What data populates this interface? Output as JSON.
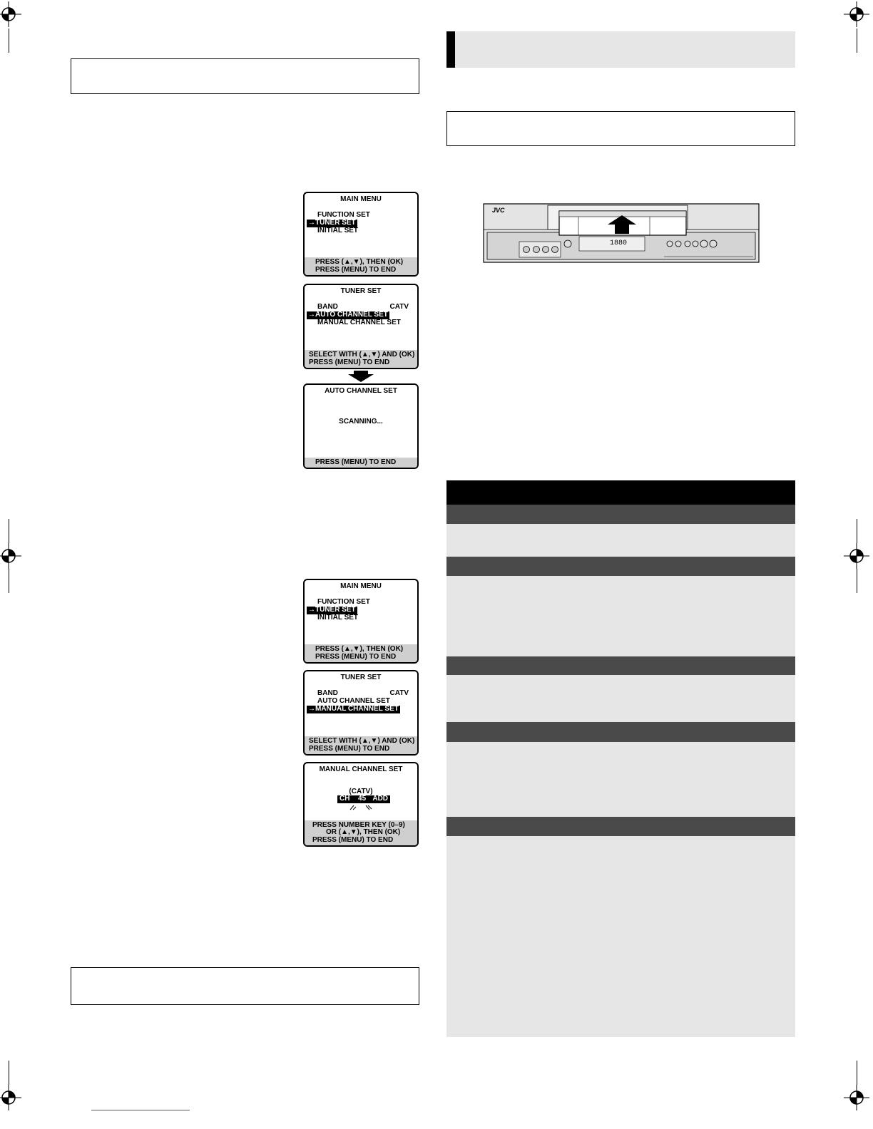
{
  "osd_screens": [
    {
      "id": "main-menu-1",
      "title": "MAIN MENU",
      "items": [
        "FUNCTION SET",
        "TUNER SET",
        "INITIAL SET"
      ],
      "selected_index": 1,
      "footer": [
        "PRESS (▲,▼), THEN (OK)",
        "PRESS (MENU) TO END"
      ]
    },
    {
      "id": "tuner-set-1",
      "title": "TUNER SET",
      "items": [
        "BAND",
        "AUTO CHANNEL SET",
        "MANUAL CHANNEL SET"
      ],
      "band_value": "CATV",
      "selected_index": 1,
      "footer": [
        "SELECT WITH (▲,▼) AND (OK)",
        "PRESS (MENU) TO END"
      ]
    },
    {
      "id": "auto-channel-set",
      "title": "AUTO CHANNEL SET",
      "message": "SCANNING...",
      "footer": [
        "PRESS (MENU) TO END"
      ]
    },
    {
      "id": "main-menu-2",
      "title": "MAIN MENU",
      "items": [
        "FUNCTION SET",
        "TUNER SET",
        "INITIAL SET"
      ],
      "selected_index": 1,
      "footer": [
        "PRESS (▲,▼), THEN (OK)",
        "PRESS (MENU) TO END"
      ]
    },
    {
      "id": "tuner-set-2",
      "title": "TUNER SET",
      "items": [
        "BAND",
        "AUTO CHANNEL SET",
        "MANUAL CHANNEL SET"
      ],
      "band_value": "CATV",
      "selected_index": 2,
      "footer": [
        "SELECT WITH (▲,▼) AND (OK)",
        "PRESS (MENU) TO END"
      ]
    },
    {
      "id": "manual-channel-set",
      "title": "MANUAL CHANNEL SET",
      "band": "(CATV)",
      "channel_label": "CH",
      "channel_number": "45",
      "channel_status": "ADD",
      "footer": [
        "PRESS NUMBER KEY (0–9)",
        "OR (▲,▼), THEN (OK)",
        "PRESS (MENU) TO END"
      ]
    }
  ],
  "vcr_illustration": {
    "brand": "JVC",
    "display_text": "1880"
  },
  "colors": {
    "section_bg": "#e6e6e6",
    "table_header": "#000000",
    "table_subheader": "#4a4a4a",
    "osd_footer": "#cfcfcf"
  }
}
